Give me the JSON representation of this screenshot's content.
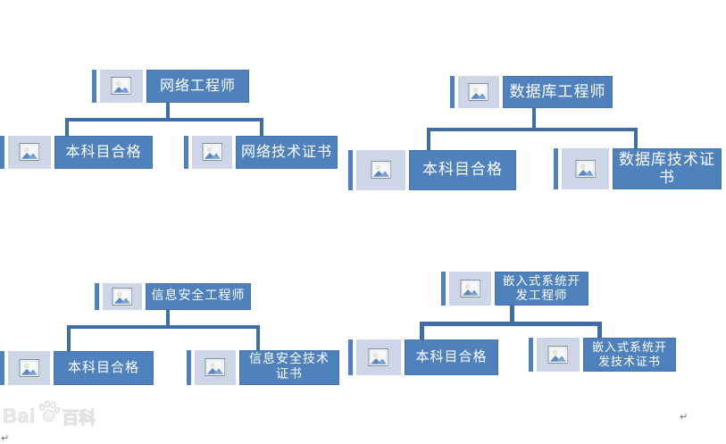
{
  "page": {
    "background_color": "#ffffff"
  },
  "colors": {
    "node_fill": "#4f81bd",
    "icon_tile_fill": "#ccd6e6",
    "connector": "#3f6da6",
    "node_text": "#ffffff",
    "watermark": "#e9e9e9"
  },
  "icons": {
    "node_icon": "image-placeholder-icon",
    "watermark_icon": "baidu-paw-icon"
  },
  "watermark": {
    "brand": "Bai",
    "suffix": "百科"
  },
  "formatting_marks": {
    "paragraph_mark": "↵"
  },
  "trees": [
    {
      "name": "network-engineer",
      "root": {
        "label": "网络工程师"
      },
      "children": [
        {
          "label": "本科目合格"
        },
        {
          "label": "网络技术证书"
        }
      ]
    },
    {
      "name": "database-engineer",
      "root": {
        "label": "数据库工程师"
      },
      "children": [
        {
          "label": "本科目合格"
        },
        {
          "label": "数据库技术证书"
        }
      ]
    },
    {
      "name": "information-security-engineer",
      "root": {
        "label": "信息安全工程师"
      },
      "children": [
        {
          "label": "本科目合格"
        },
        {
          "label": "信息安全技术证书"
        }
      ]
    },
    {
      "name": "embedded-systems-development-engineer",
      "root": {
        "label": "嵌入式系统开发工程师"
      },
      "children": [
        {
          "label": "本科目合格"
        },
        {
          "label": "嵌入式系统开发技术证书"
        }
      ]
    }
  ]
}
